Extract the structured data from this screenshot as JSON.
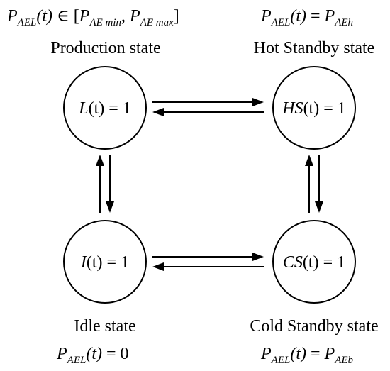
{
  "states": {
    "production": {
      "name": "Production state",
      "node": {
        "fn": "L",
        "t": "(t)",
        "eq": " = 1"
      },
      "power": {
        "p": "P",
        "sub": "AEL",
        "t": "(t)",
        "op": " ∈ [",
        "p1": "P",
        "sub1": "AE min",
        "sep": ", ",
        "p2": "P",
        "sub2": "AE max",
        "close": "]"
      }
    },
    "hot_standby": {
      "name": "Hot Standby state",
      "node": {
        "fn": "HS",
        "t": "(t)",
        "eq": " = 1"
      },
      "power": {
        "p": "P",
        "sub": "AEL",
        "t": "(t)",
        "op": " = ",
        "p1": "P",
        "sub1": "AEh"
      }
    },
    "idle": {
      "name": "Idle state",
      "node": {
        "fn": "I",
        "t": "(t)",
        "eq": " = 1"
      },
      "power": {
        "p": "P",
        "sub": "AEL",
        "t": "(t)",
        "op": " = 0"
      }
    },
    "cold_standby": {
      "name": "Cold Standby state",
      "node": {
        "fn": "CS",
        "t": "(t)",
        "eq": " = 1"
      },
      "power": {
        "p": "P",
        "sub": "AEL",
        "t": "(t)",
        "op": " = ",
        "p1": "P",
        "sub1": "AEb"
      }
    }
  }
}
